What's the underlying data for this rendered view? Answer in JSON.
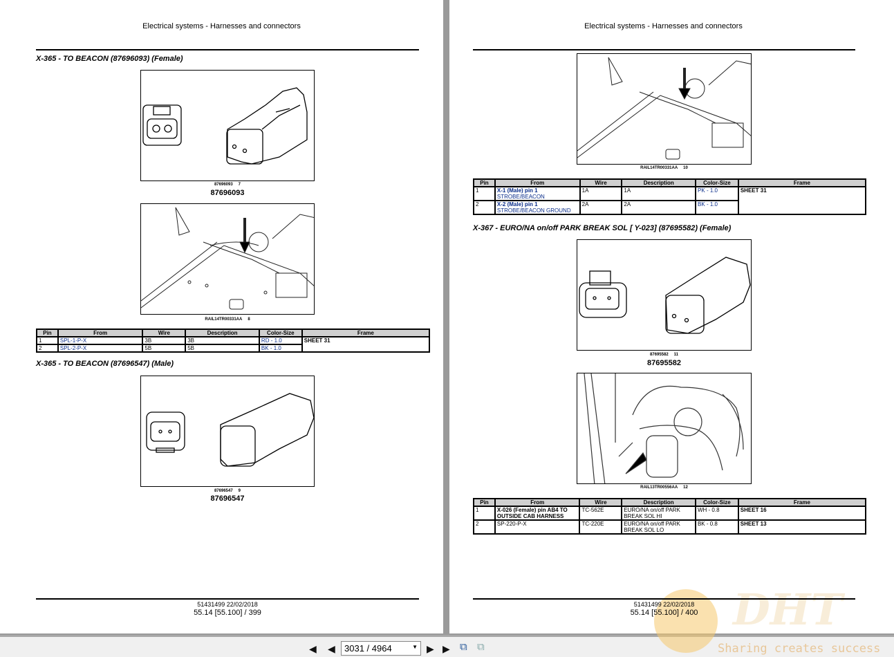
{
  "document": {
    "header": "Electrical systems - Harnesses and connectors",
    "left_page": {
      "section1_title": "X-365 - TO BEACON (87696093) (Female)",
      "fig7": {
        "code": "87696093",
        "num": "7",
        "label": "87696093"
      },
      "fig8": {
        "code": "RAIL14TR00331AA",
        "num": "8"
      },
      "table1": {
        "headers": [
          "Pin",
          "From",
          "Wire",
          "Description",
          "Color-Size",
          "Frame"
        ],
        "rows": [
          [
            "1",
            "SPL-1-P-X",
            "3B",
            "3B",
            "RD - 1.0",
            "SHEET 31"
          ],
          [
            "2",
            "SPL-2-P-X",
            "5B",
            "5B",
            "BK - 1.0",
            ""
          ]
        ]
      },
      "section2_title": "X-365 - TO BEACON (87696547) (Male)",
      "fig9": {
        "code": "87696547",
        "num": "9",
        "label": "87696547"
      },
      "footer_doc": "51431499 22/02/2018",
      "footer_page": "55.14 [55.100] / 399"
    },
    "right_page": {
      "fig10": {
        "code": "RAIL14TR00331AA",
        "num": "10"
      },
      "table1": {
        "headers": [
          "Pin",
          "From",
          "Wire",
          "Description",
          "Color-Size",
          "Frame"
        ],
        "rows": [
          [
            "1",
            "X-1 (Male) pin 1|STROBE/BEACON",
            "1A",
            "1A",
            "PK - 1.0",
            "SHEET 31"
          ],
          [
            "2",
            "X-2 (Male) pin 1|STROBE/BEACON GROUND",
            "2A",
            "2A",
            "BK - 1.0",
            ""
          ]
        ]
      },
      "section_title": "X-367 - EURO/NA on/off PARK BREAK SOL [ Y-023] (87695582) (Female)",
      "fig11": {
        "code": "87695582",
        "num": "11",
        "label": "87695582"
      },
      "fig12": {
        "code": "RAIL13TR00556AA",
        "num": "12"
      },
      "table2": {
        "headers": [
          "Pin",
          "From",
          "Wire",
          "Description",
          "Color-Size",
          "Frame"
        ],
        "rows": [
          [
            "1",
            "X-026 (Female) pin AB4 TO OUTSIDE CAB HARNESS",
            "TC-562E",
            "EURO/NA on/off PARK BREAK SOL HI",
            "WH - 0.8",
            "SHEET 16"
          ],
          [
            "2",
            "SP-220-P-X",
            "TC-220E",
            "EURO/NA on/off PARK BREAK SOL LO",
            "BK - 0.8",
            "SHEET 13"
          ]
        ]
      },
      "footer_doc": "51431499 22/02/2018",
      "footer_page": "55.14 [55.100] / 400"
    }
  },
  "toolbar": {
    "page_value": "3031 / 4964",
    "icons": [
      "first-page-icon",
      "prev-page-icon",
      "next-page-icon",
      "last-page-icon",
      "page-mode-icon",
      "page-mode-2-icon"
    ]
  },
  "watermark": {
    "logo": "DHT",
    "slogan": "Sharing creates success"
  }
}
